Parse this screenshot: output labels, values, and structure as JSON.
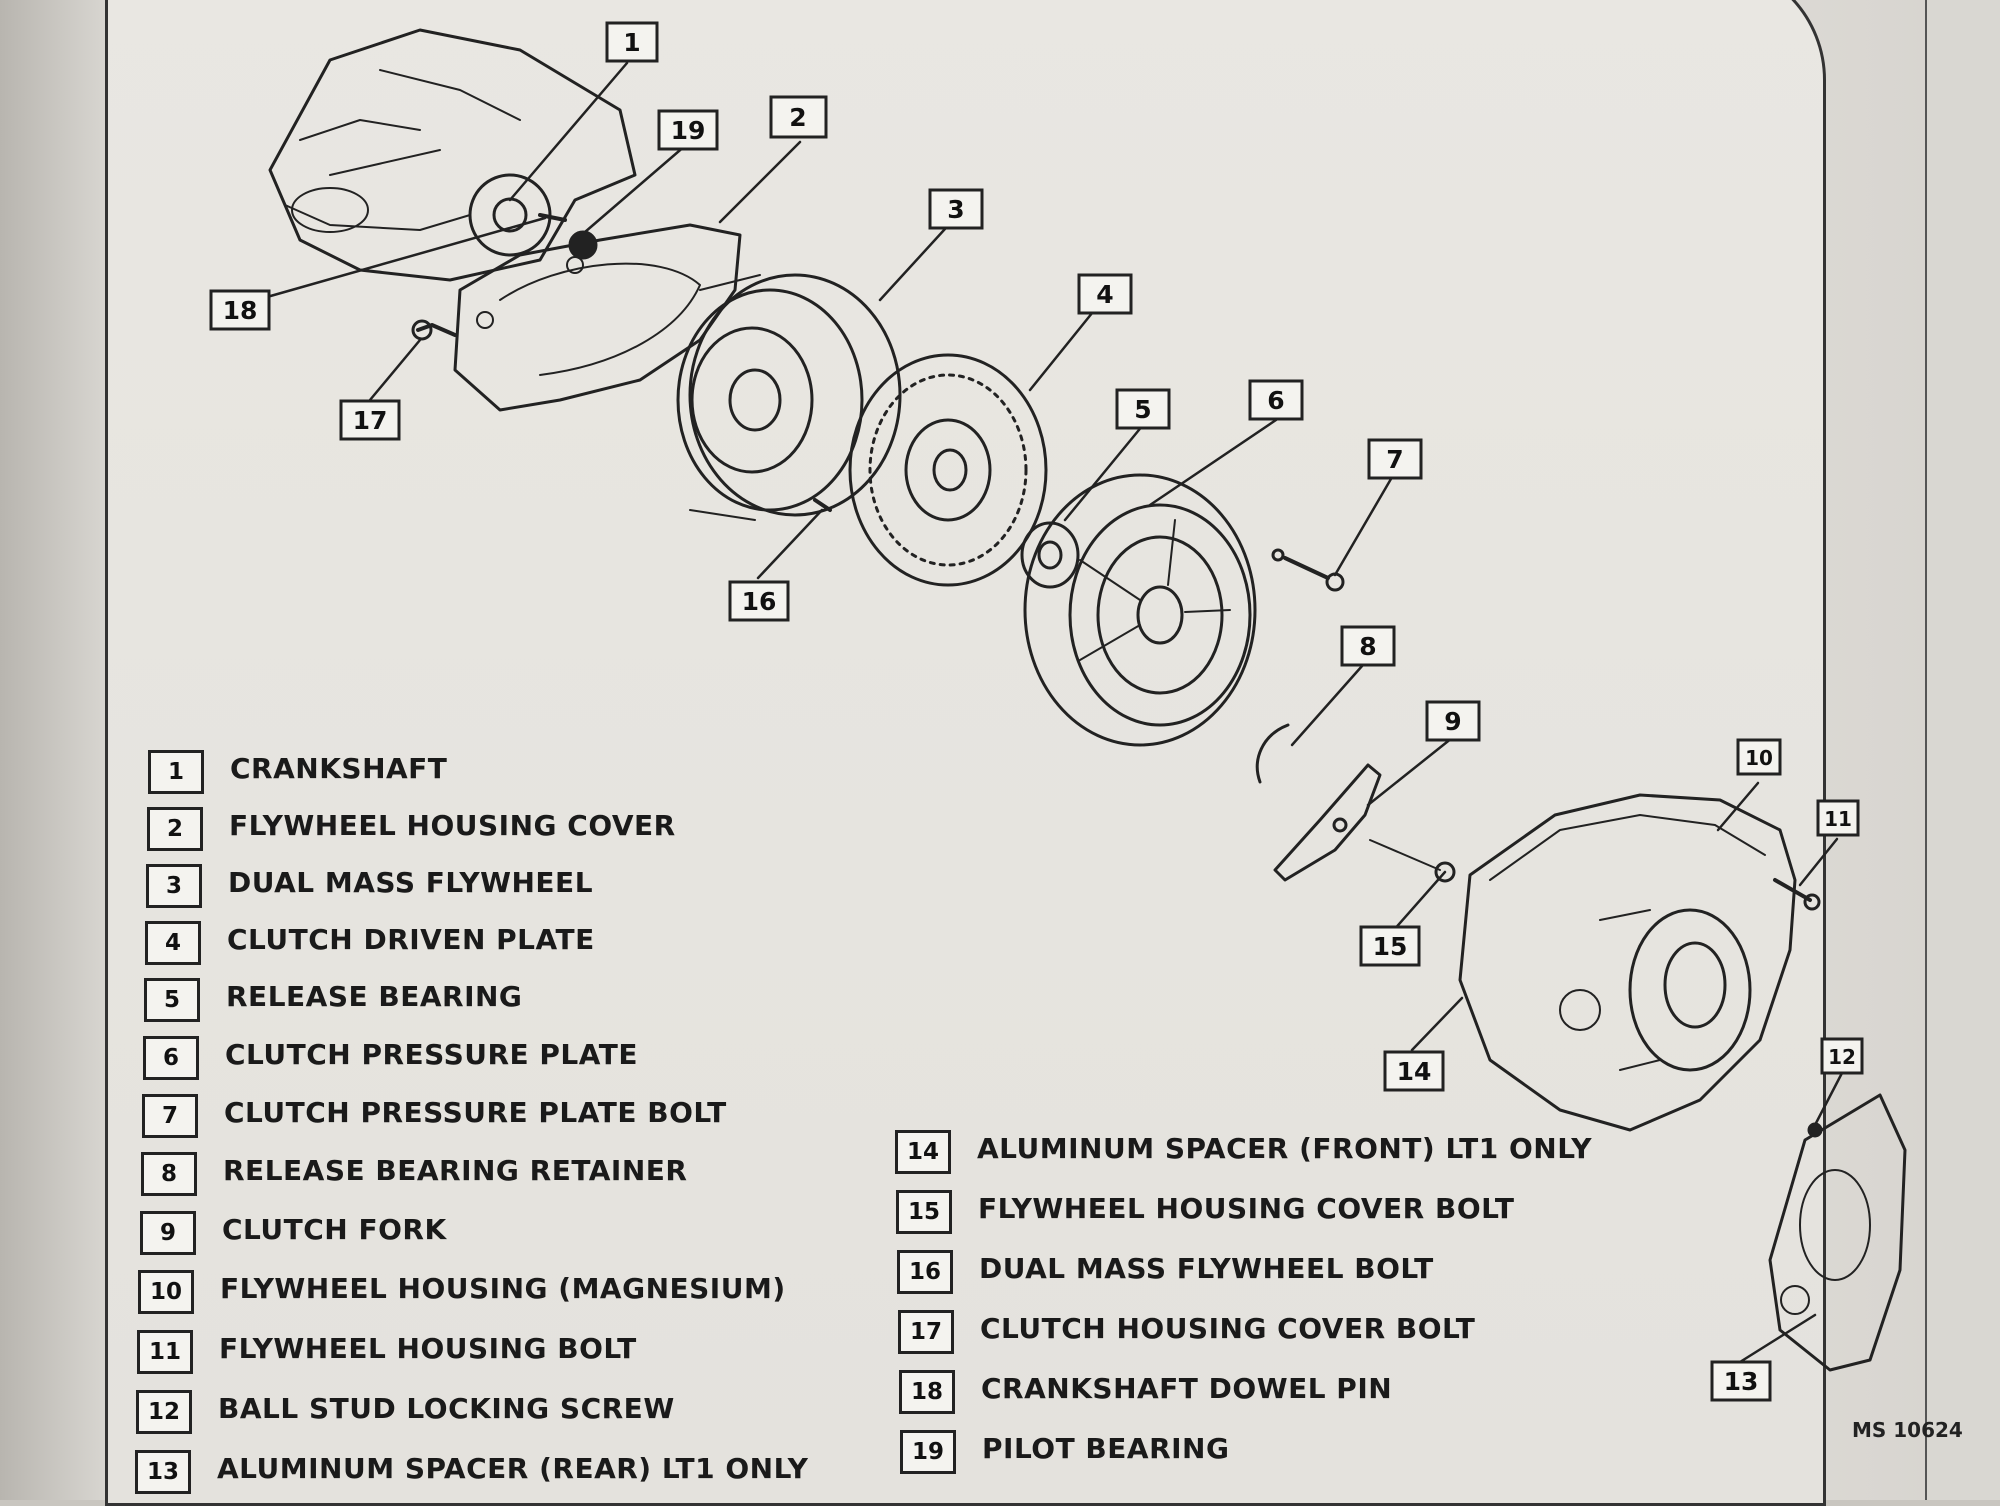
{
  "callout_numbers": [
    "1",
    "2",
    "3",
    "4",
    "5",
    "6",
    "7",
    "8",
    "9",
    "10",
    "11",
    "12",
    "13",
    "14",
    "15",
    "16",
    "17",
    "18",
    "19"
  ],
  "legend": [
    {
      "number": "1",
      "label": "CRANKSHAFT"
    },
    {
      "number": "2",
      "label": "FLYWHEEL HOUSING COVER"
    },
    {
      "number": "3",
      "label": "DUAL MASS FLYWHEEL"
    },
    {
      "number": "4",
      "label": "CLUTCH DRIVEN PLATE"
    },
    {
      "number": "5",
      "label": "RELEASE BEARING"
    },
    {
      "number": "6",
      "label": "CLUTCH PRESSURE PLATE"
    },
    {
      "number": "7",
      "label": "CLUTCH PRESSURE PLATE BOLT"
    },
    {
      "number": "8",
      "label": "RELEASE BEARING RETAINER"
    },
    {
      "number": "9",
      "label": "CLUTCH FORK"
    },
    {
      "number": "10",
      "label": "FLYWHEEL HOUSING (MAGNESIUM)"
    },
    {
      "number": "11",
      "label": "FLYWHEEL HOUSING BOLT"
    },
    {
      "number": "12",
      "label": "BALL STUD LOCKING SCREW"
    },
    {
      "number": "13",
      "label": "ALUMINUM SPACER (REAR) LT1 ONLY"
    },
    {
      "number": "14",
      "label": "ALUMINUM SPACER (FRONT) LT1 ONLY"
    },
    {
      "number": "15",
      "label": "FLYWHEEL HOUSING COVER BOLT"
    },
    {
      "number": "16",
      "label": "DUAL MASS FLYWHEEL BOLT"
    },
    {
      "number": "17",
      "label": "CLUTCH HOUSING COVER BOLT"
    },
    {
      "number": "18",
      "label": "CRANKSHAFT DOWEL PIN"
    },
    {
      "number": "19",
      "label": "PILOT BEARING"
    }
  ],
  "figure_code": "MS 10624"
}
